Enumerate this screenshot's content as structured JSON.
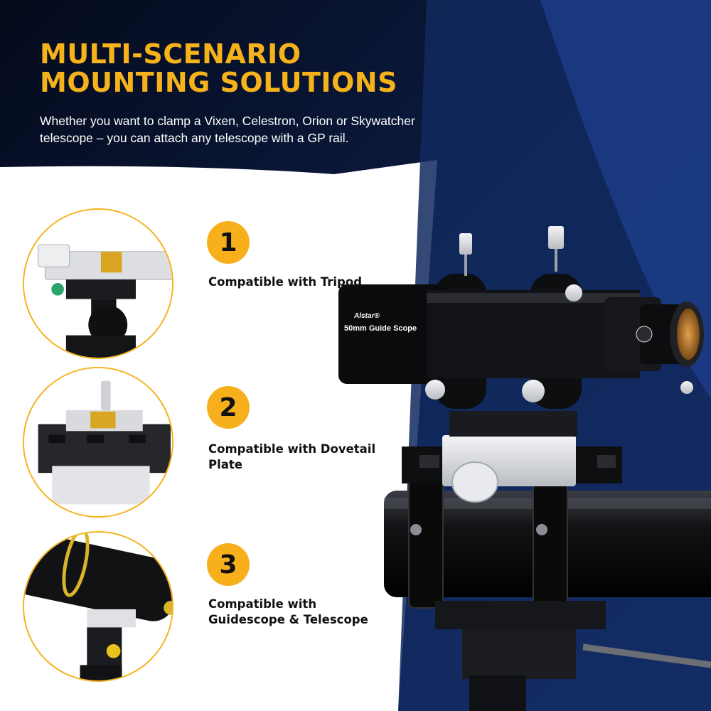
{
  "header": {
    "title": "MULTI-SCENARIO MOUNTING SOLUTIONS",
    "subtitle": "Whether you want to clamp a Vixen, Celestron, Orion or Skywatcher telescope – you can attach any telescope with a GP rail."
  },
  "features": [
    {
      "number": "1",
      "label": "Compatible with Tripod"
    },
    {
      "number": "2",
      "label": "Compatible with Dovetail Plate"
    },
    {
      "number": "3",
      "label": "Compatible with\nGuidescope & Telescope"
    }
  ],
  "product": {
    "brand": "Alstar®",
    "model": "50mm Guide Scope"
  },
  "colors": {
    "accent": "#f5b21a",
    "background_dark": "#0a1430",
    "background_blue": "#1c3f8a"
  }
}
